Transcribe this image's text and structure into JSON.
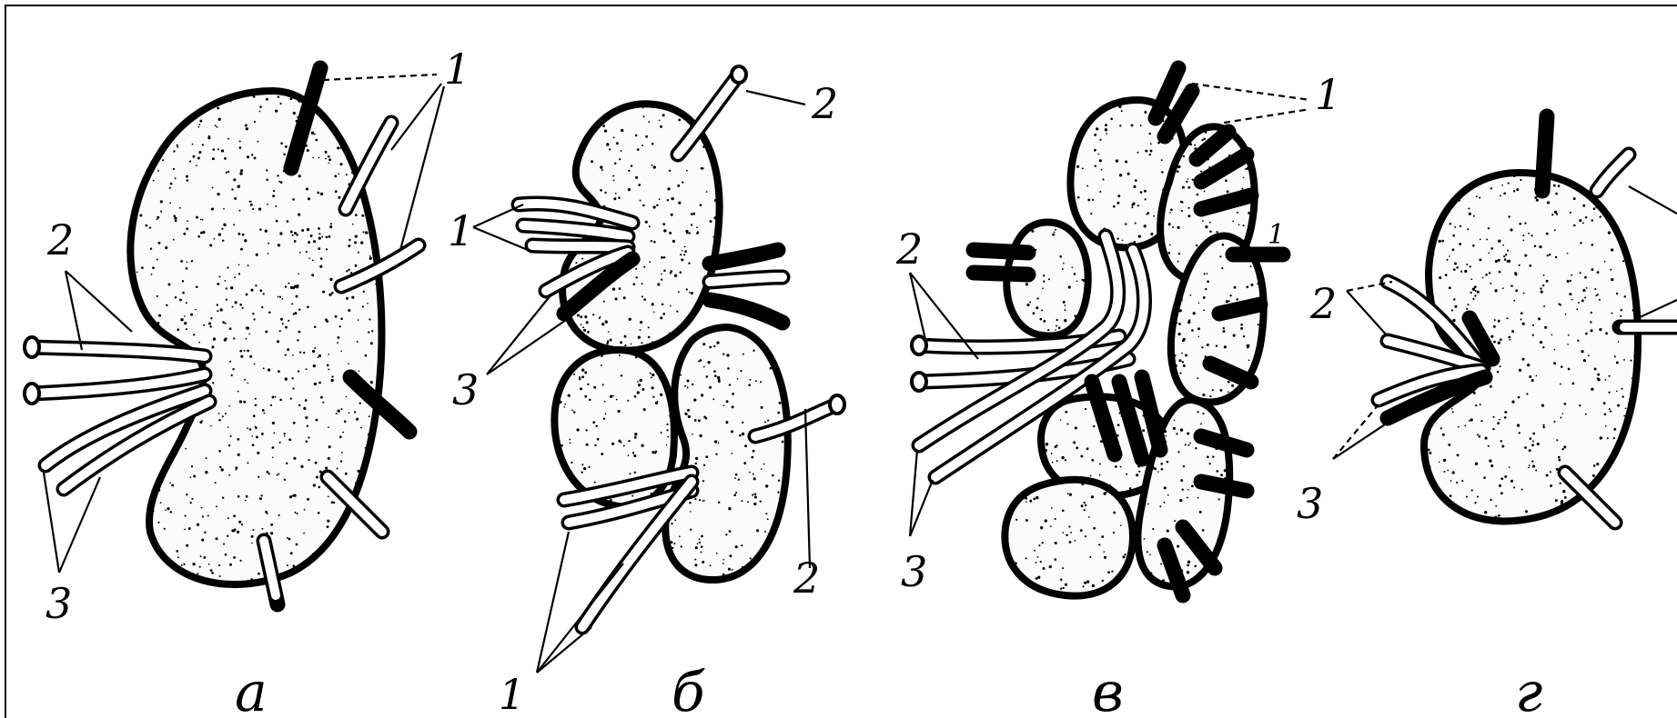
{
  "figure": {
    "panels": [
      {
        "id": "a",
        "caption": "а",
        "labels": {
          "artery": "1",
          "vein": "2",
          "ureter": "3"
        }
      },
      {
        "id": "b",
        "caption": "б",
        "labels": {
          "artery_top": "1",
          "artery_bottom": "1",
          "vein_top": "2",
          "vein_right": "2",
          "ureter": "3"
        }
      },
      {
        "id": "v",
        "caption": "в",
        "labels": {
          "artery": "1",
          "small_mark": "1",
          "vein": "2",
          "ureter": "3"
        }
      },
      {
        "id": "g",
        "caption": "г",
        "labels": {
          "vein": "2",
          "ureter": "3"
        }
      }
    ]
  }
}
